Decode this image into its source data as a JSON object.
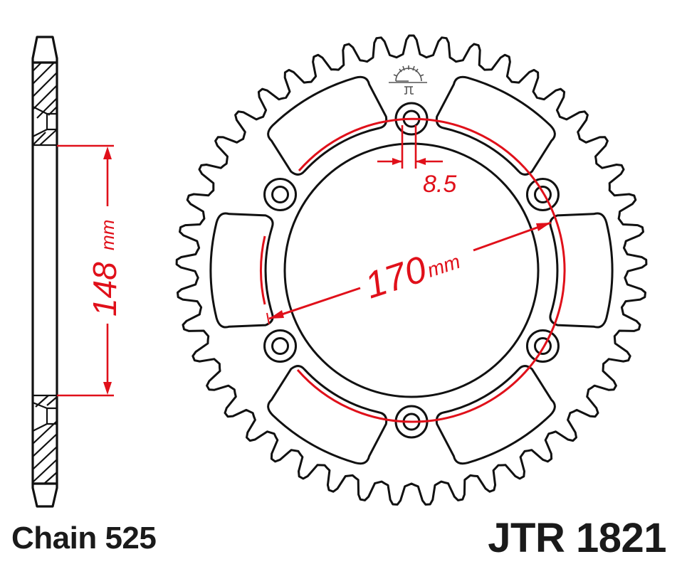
{
  "diagram": {
    "type": "technical-drawing",
    "subject": "rear sprocket",
    "colors": {
      "outline": "#111111",
      "dimension": "#e0101a",
      "background": "#ffffff",
      "logo": "#555555"
    },
    "sprocket": {
      "teeth": 45,
      "bolt_holes": 6
    },
    "dimensions": {
      "pcd_value": "170",
      "pcd_unit": "mm",
      "hub_value": "148",
      "hub_unit": "mm",
      "bolt_hole_value": "8.5"
    }
  },
  "labels": {
    "chain": "Chain 525",
    "part_number": "JTR 1821"
  }
}
